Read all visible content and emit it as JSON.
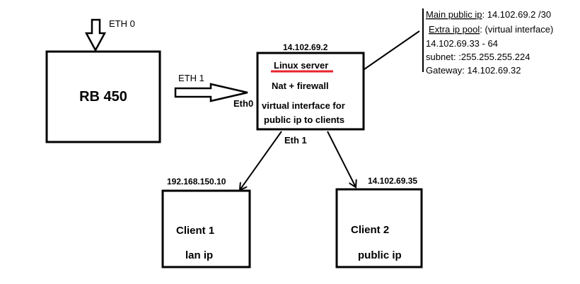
{
  "router": {
    "name": "RB 450"
  },
  "links": {
    "eth0_top": "ETH 0",
    "eth1_router": "ETH 1",
    "eth0_server": "Eth0",
    "eth1_server": "Eth 1"
  },
  "server": {
    "ip": "14.102.69.2",
    "title": "Linux server",
    "line1": "Nat + firewall",
    "line2": "virtual interface for",
    "line3": "public ip to clients",
    "accent_color": "#e8242b"
  },
  "notes": {
    "main_label": "Main public ip",
    "main_value": ": 14.102.69.2 /30",
    "pool_label": "Extra ip pool",
    "pool_value": ": (virtual interface)",
    "range": "14.102.69.33 - 64",
    "subnet": "subnet: :255.255.255.224",
    "gateway": "Gateway: 14.102.69.32"
  },
  "clients": [
    {
      "ip": "192.168.150.10",
      "name": "Client 1",
      "desc": "lan ip"
    },
    {
      "ip": "14.102.69.35",
      "name": "Client 2",
      "desc": "public ip"
    }
  ]
}
